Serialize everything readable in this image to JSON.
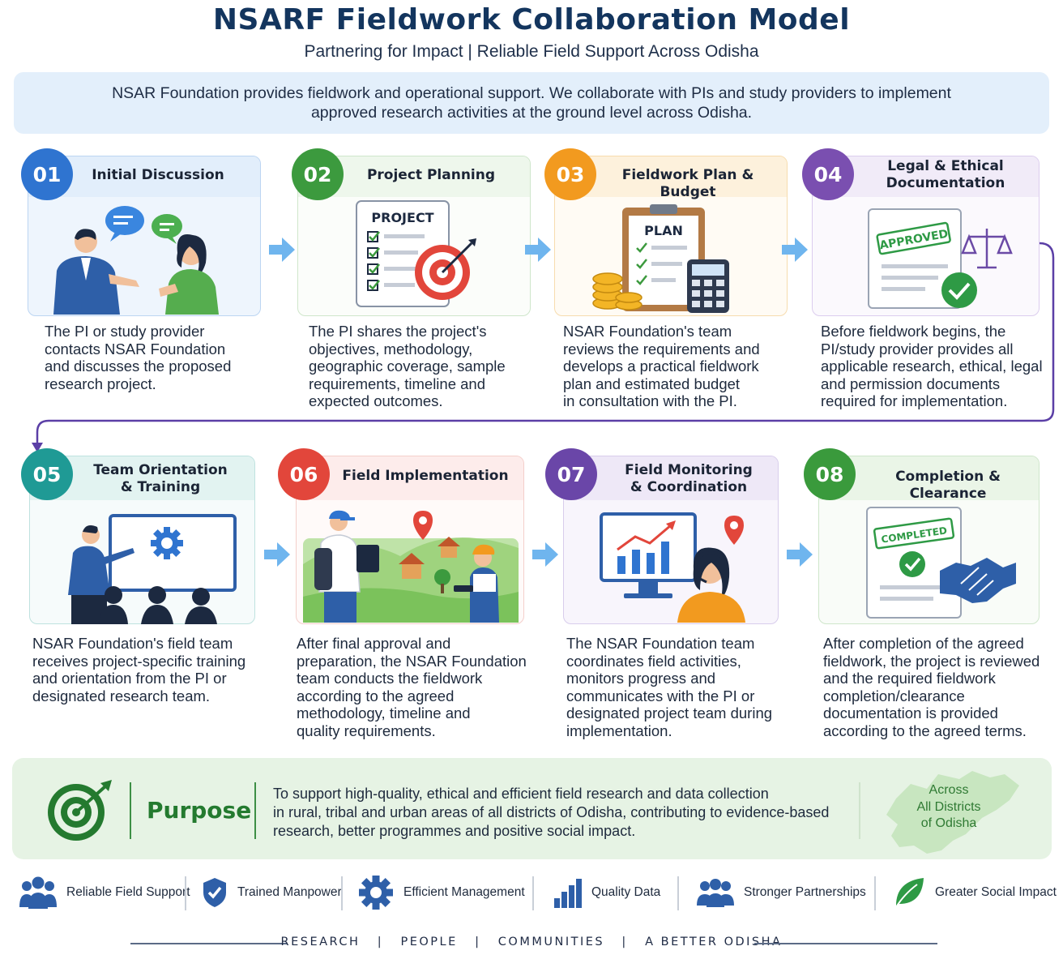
{
  "header": {
    "title": "NSARF Fieldwork Collaboration Model",
    "subtitle": "Partnering for Impact  |  Reliable Field Support Across Odisha"
  },
  "intro": {
    "line1": "NSAR Foundation provides fieldwork and operational support. We collaborate with PIs and study providers to implement",
    "line2": "approved research activities at the ground level across Odisha."
  },
  "steps": [
    {
      "num": "01",
      "title": "Initial Discussion",
      "color": "#2f74d0",
      "desc": [
        "The PI or study provider",
        "contacts NSAR Foundation",
        "and discusses the proposed",
        "research project."
      ]
    },
    {
      "num": "02",
      "title": "Project Planning",
      "color": "#3c9a3e",
      "illus_label": "PROJECT",
      "desc": [
        "The PI shares the project's",
        "objectives, methodology,",
        "geographic coverage, sample",
        "requirements, timeline and",
        "expected outcomes."
      ]
    },
    {
      "num": "03",
      "title": "Fieldwork Plan & Budget",
      "color": "#f29a1f",
      "illus_label": "PLAN",
      "desc": [
        "NSAR Foundation's team",
        "reviews the requirements and",
        "develops a practical fieldwork",
        "plan and estimated budget",
        "in consultation with the PI."
      ]
    },
    {
      "num": "04",
      "title_lines": [
        "Legal & Ethical",
        "Documentation"
      ],
      "color": "#7a4fb0",
      "illus_label": "APPROVED",
      "desc": [
        "Before fieldwork begins, the",
        "PI/study provider provides all",
        "applicable research, ethical, legal",
        "and permission documents",
        "required for implementation."
      ]
    },
    {
      "num": "05",
      "title_lines": [
        "Team Orientation",
        "& Training"
      ],
      "color": "#1f9a95",
      "desc": [
        "NSAR Foundation's field team",
        "receives project-specific training",
        "and orientation from the PI or",
        "designated research team."
      ]
    },
    {
      "num": "06",
      "title": "Field Implementation",
      "color": "#e2463b",
      "desc": [
        "After final approval and",
        "preparation, the NSAR Foundation",
        "team conducts the fieldwork",
        "according to the agreed",
        "methodology, timeline and",
        "quality requirements."
      ]
    },
    {
      "num": "07",
      "title_lines": [
        "Field Monitoring",
        "& Coordination"
      ],
      "color": "#6a46a8",
      "desc": [
        "The NSAR Foundation team",
        "coordinates field activities,",
        "monitors progress and",
        "communicates with the PI or",
        "designated project team during",
        "implementation."
      ]
    },
    {
      "num": "08",
      "title": "Completion & Clearance",
      "color": "#3a9a3c",
      "illus_label": "COMPLETED",
      "desc": [
        "After completion of the agreed",
        "fieldwork, the project is reviewed",
        "and the required fieldwork",
        "completion/clearance",
        "documentation is provided",
        "according to the agreed terms."
      ]
    }
  ],
  "purpose": {
    "title": "Purpose",
    "text": [
      "To support high-quality, ethical and efficient field research and data collection",
      "in rural, tribal and urban areas of all districts of Odisha, contributing to evidence-based",
      "research, better programmes and positive social impact."
    ],
    "map_text": [
      "Across",
      "All Districts",
      "of Odisha"
    ]
  },
  "features": [
    {
      "label": "Reliable Field Support",
      "icon": "people-group-icon"
    },
    {
      "label": "Trained Manpower",
      "icon": "shield-check-icon"
    },
    {
      "label": "Efficient Management",
      "icon": "gear-icon"
    },
    {
      "label": "Quality Data",
      "icon": "bar-chart-icon"
    },
    {
      "label": "Stronger Partnerships",
      "icon": "team-icon"
    },
    {
      "label": "Greater Social Impact",
      "icon": "leaf-icon"
    }
  ],
  "tagline": "RESEARCH   |   PEOPLE   |   COMMUNITIES   |   A BETTER ODISHA",
  "colors": {
    "navy": "#13355e",
    "arrow": "#6fb5ee",
    "connector": "#5b3fa6",
    "green": "#247a2f"
  }
}
